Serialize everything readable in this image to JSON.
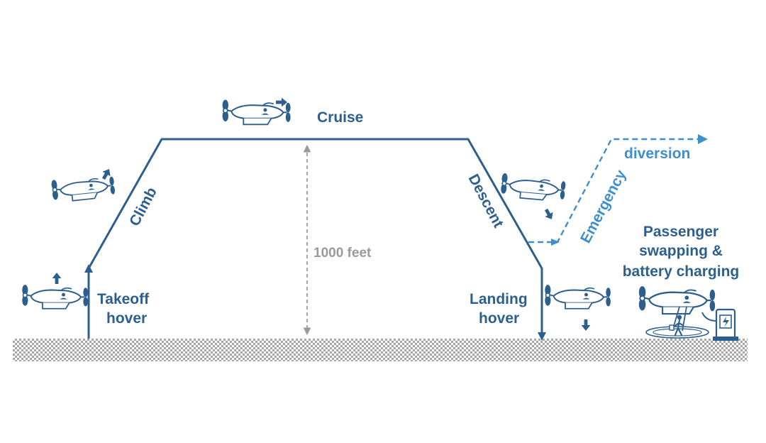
{
  "labels": {
    "takeoff_line1": "Takeoff",
    "takeoff_line2": "hover",
    "climb": "Climb",
    "cruise": "Cruise",
    "altitude": "1000 feet",
    "descent": "Descent",
    "landing_line1": "Landing",
    "landing_line2": "hover",
    "emergency": "Emergency",
    "diversion": "diversion",
    "passenger_line1": "Passenger",
    "passenger_line2": "swapping &",
    "passenger_line3": "battery charging"
  },
  "colors": {
    "path": "#2d5f8e",
    "emergency": "#3d8fd0",
    "altitude": "#9a9a9a",
    "ground": "#9d9d9d",
    "aircraft_outline": "#2d5f8e",
    "aircraft_fill": "#ffffff"
  },
  "icons": {
    "aircraft": "evtol-aircraft-icon",
    "direction": "arrow-icon",
    "pedestrian": "person-walking-icon",
    "charger": "charging-station-icon",
    "ground": "ground-hatch"
  }
}
